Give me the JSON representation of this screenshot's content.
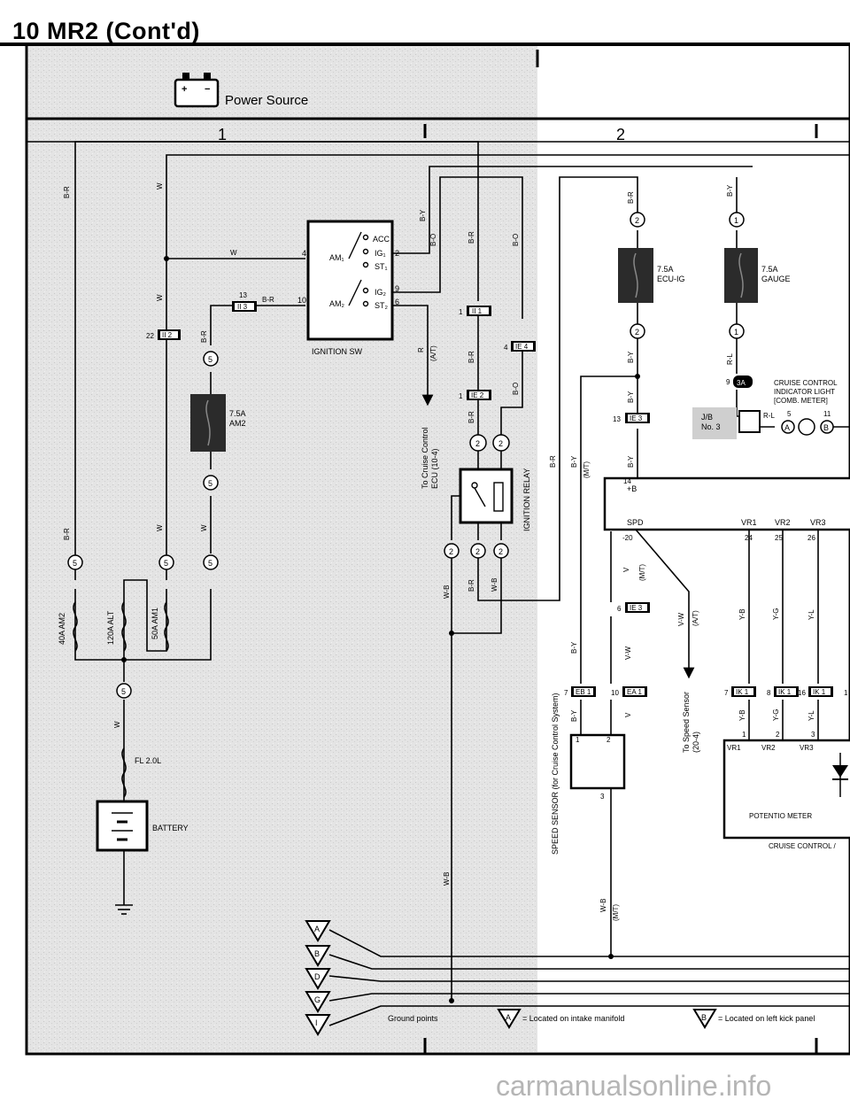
{
  "page_title": "10 MR2 (Cont'd)",
  "header": {
    "section_title": "Power Source",
    "section_numbers": [
      "1",
      "2"
    ]
  },
  "wire_codes": {
    "br": "B-R",
    "w": "W",
    "by": "B-Y",
    "bo": "B-O",
    "r": "R",
    "at": "(A/T)",
    "mt": "(M/T)",
    "rl": "R-L",
    "v": "V",
    "vw": "V-W",
    "wb": "W-B",
    "yb": "Y-B",
    "yg": "Y-G",
    "yl": "Y-L"
  },
  "components": {
    "ignition_sw": {
      "name": "IGNITION SW",
      "terminals": [
        "ACC",
        "IG₁",
        "ST₁",
        "IG₂",
        "ST₂",
        "AM₁",
        "AM₂"
      ]
    },
    "ignition_relay": "IGNITION RELAY",
    "fuses": [
      {
        "label": "7.5A\nAM2"
      },
      {
        "label": "7.5A\nECU-IG"
      },
      {
        "label": "7.5A\nGAUGE"
      }
    ],
    "fusible_links": [
      "40A AM2",
      "120A ALT",
      "50A AM1",
      "FL 2.0L"
    ],
    "battery": "BATTERY",
    "cruise_indicator": "CRUISE CONTROL\nINDICATOR LIGHT\n[COMB. METER]",
    "jb": "J/B\nNo. 3",
    "speed_sensor": "SPEED SENSOR\n(for Cruise Control System)",
    "potentio_meter": "POTENTIO METER",
    "cruise_ecu": "CRUISE CONTROL /",
    "ecu_terminals": [
      "+B",
      "SPD",
      "VR1",
      "VR2",
      "VR3"
    ],
    "to_cruise_ecu": "To Cruise Control\nECU (10-4)",
    "to_speed_sensor": "To Speed Sensor\n(20-4)"
  },
  "connectors": [
    "II 2",
    "II 3",
    "II 1",
    "IE 4",
    "IE 2",
    "IE 3",
    "EB 1",
    "EA 1",
    "IK 1",
    "3A"
  ],
  "ground_points": {
    "label": "Ground points",
    "ids": [
      "A",
      "B",
      "D",
      "G",
      "I"
    ]
  },
  "legend": [
    {
      "id": "A",
      "text": "= Located on intake manifold"
    },
    {
      "id": "B",
      "text": "= Located on left kick panel"
    }
  ],
  "watermark": "carmanualsonline.info"
}
